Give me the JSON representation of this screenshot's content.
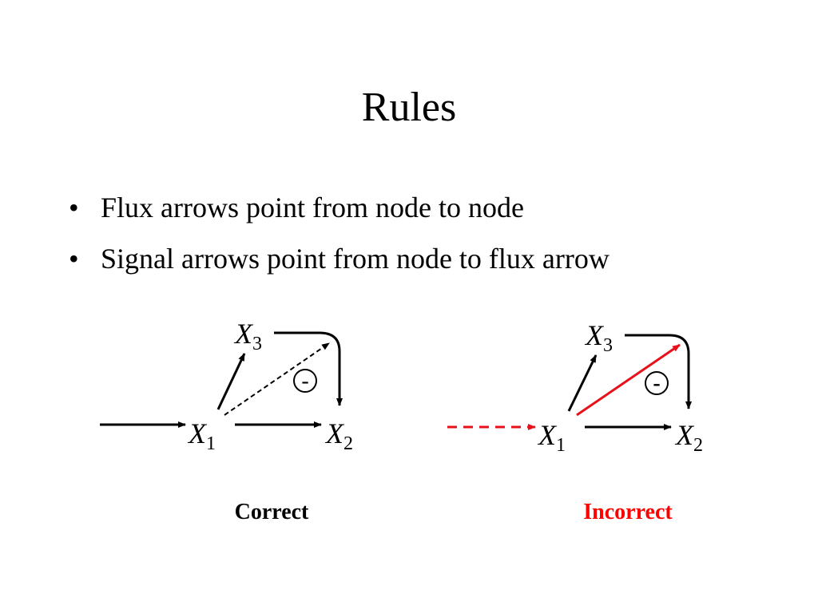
{
  "slide": {
    "title": "Rules",
    "bullet_glyph": "•",
    "bullets": [
      "Flux arrows point from node to node",
      "Signal arrows point from node to flux arrow"
    ]
  },
  "diagrams": [
    {
      "caption": "Correct",
      "caption_color": "#000000",
      "nodes": {
        "x1": {
          "main": "X",
          "sub": "1"
        },
        "x2": {
          "main": "X",
          "sub": "2"
        },
        "x3": {
          "main": "X",
          "sub": "3"
        }
      },
      "inhibition_label": "-"
    },
    {
      "caption": "Incorrect",
      "caption_color": "#ff0000",
      "highlight_color": "#e8101a",
      "nodes": {
        "x1": {
          "main": "X",
          "sub": "1"
        },
        "x2": {
          "main": "X",
          "sub": "2"
        },
        "x3": {
          "main": "X",
          "sub": "3"
        }
      },
      "inhibition_label": "-"
    }
  ]
}
